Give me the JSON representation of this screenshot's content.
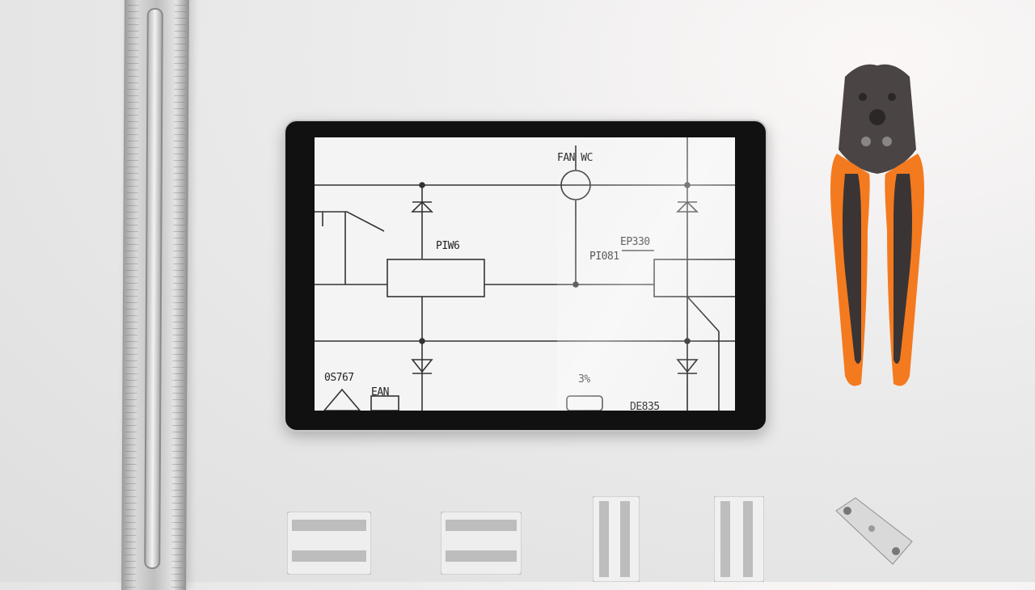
{
  "scene": {
    "objects": [
      "steel ruler",
      "tablet with schematic",
      "crimping pliers",
      "terminal block connectors",
      "metal bracket"
    ]
  },
  "schematic": {
    "labels": {
      "top": "FAN WC",
      "mid_left": "PIW6",
      "mid_right_top": "EP330",
      "mid_right": "PI081",
      "bottom_left": "0S767",
      "bottom_left_box": "EAN",
      "bottom_center": "3%",
      "bottom_right": "DE835"
    }
  },
  "colors": {
    "handle_orange": "#f47a1f",
    "handle_dark": "#3a3434",
    "tablet_bezel": "#111111"
  }
}
